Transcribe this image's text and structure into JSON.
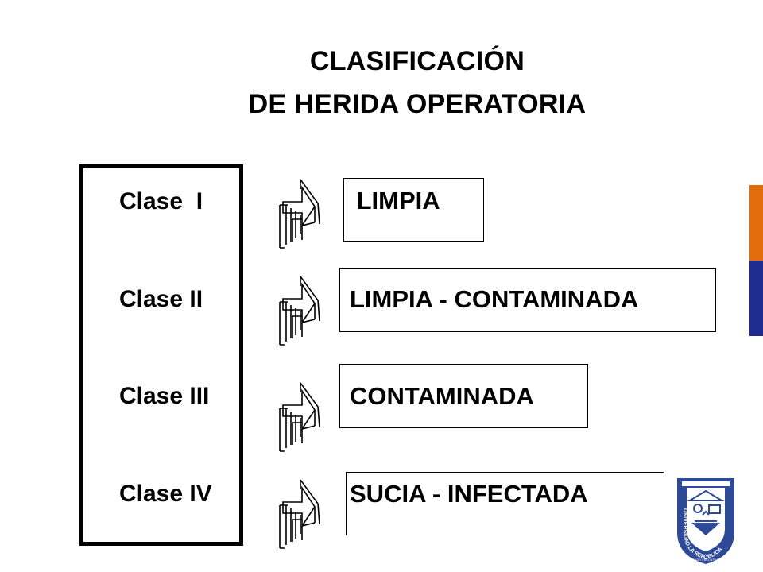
{
  "title": {
    "line1": "CLASIFICACIÓN",
    "line2": "DE HERIDA OPERATORIA"
  },
  "classes": [
    {
      "label": "Clase  I",
      "result": " LIMPIA"
    },
    {
      "label": "Clase II",
      "result": "LIMPIA - CONTAMINADA"
    },
    {
      "label": "Clase III",
      "result": "CONTAMINADA"
    },
    {
      "label": "Clase IV",
      "result": "SUCIA - INFECTADA"
    }
  ],
  "logo": {
    "arc_text": "UNIVERSIDAD LA REPÚBLICA",
    "motto": "BUSCAD Y ENCONTRARÉIS"
  },
  "colors": {
    "accent_orange": "#E36C0A",
    "accent_blue": "#1F2B8F",
    "logo_blue": "#2E4A96"
  },
  "icons": {
    "arrow": "right-arrow-icon",
    "logo": "university-crest-icon"
  }
}
